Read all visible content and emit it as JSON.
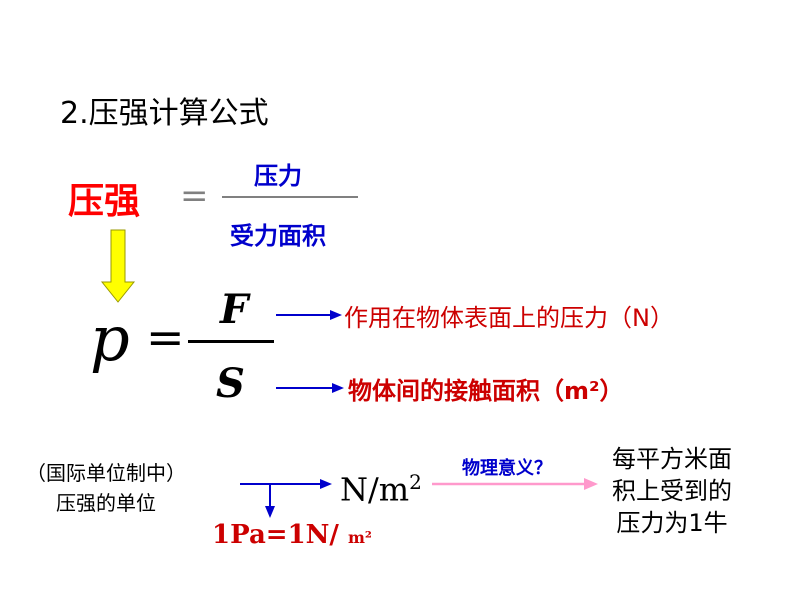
{
  "heading": "2.压强计算公式",
  "word_formula": {
    "lhs": "压强",
    "equals": "=",
    "numerator": "压力",
    "denominator": "受力面积"
  },
  "symbol_formula": {
    "lhs": "p",
    "equals": "=",
    "numerator": "F",
    "denominator": "S"
  },
  "annotations": {
    "force": "作用在物体表面上的压力（N）",
    "area": "物体间的接触面积（m²）"
  },
  "unit": {
    "title_line1": "（国际单位制中）",
    "title_line2": "压强的单位",
    "unit_base": "N/m",
    "unit_exp": "2",
    "pascal_main": "1Pa=1N/",
    "pascal_small": "m²",
    "meaning_question": "物理意义？",
    "meaning_line1": "每平方米面",
    "meaning_line2": "积上受到的",
    "meaning_line3": "压力为1牛"
  },
  "colors": {
    "red": "#ff0000",
    "dark_red": "#cc0000",
    "blue": "#0000cc",
    "yellow_arrow": "#ffff00",
    "pink_arrow": "#ff99cc"
  }
}
